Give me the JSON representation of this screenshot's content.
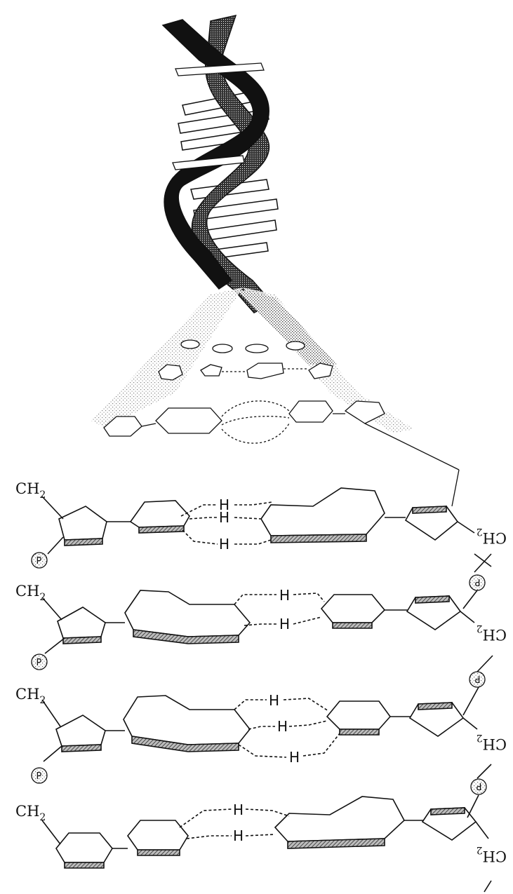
{
  "labels": {
    "ch2_base": "CH",
    "ch2_sub": "2",
    "phosphate": "P",
    "hydrogen": "H"
  },
  "colors": {
    "ink": "#111111",
    "stipple": "#7a7a7a",
    "shade": "#9a9a9a",
    "background": "#ffffff"
  },
  "diagram": {
    "type": "dna-double-helix-illustration",
    "base_pairs": [
      {
        "hydrogen_bonds": 3
      },
      {
        "hydrogen_bonds": 2
      },
      {
        "hydrogen_bonds": 3
      },
      {
        "hydrogen_bonds": 2
      }
    ]
  }
}
